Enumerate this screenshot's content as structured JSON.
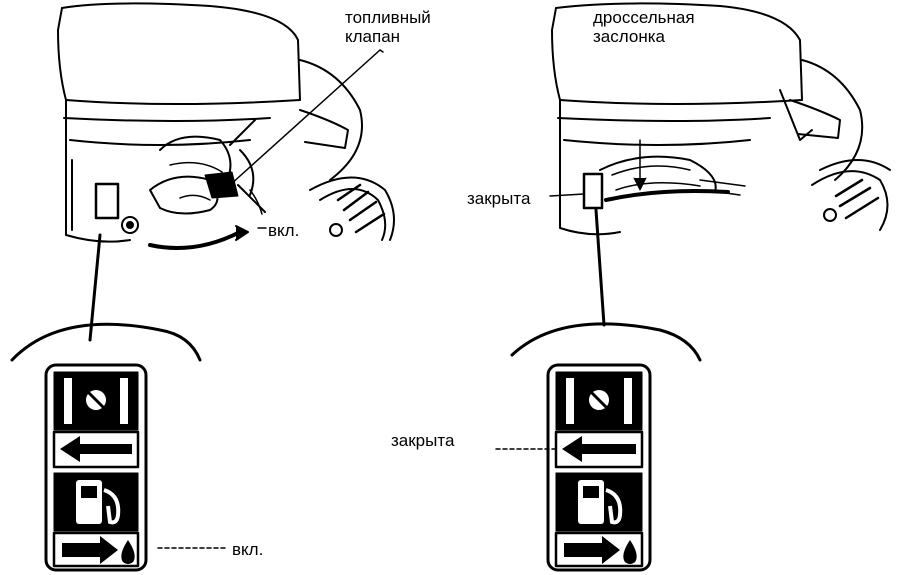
{
  "labels": {
    "fuel_valve": "топливный\nклапан",
    "choke": "дроссельная\nзаслонка",
    "on_top": "вкл.",
    "closed_top": "закрыта",
    "closed_panel": "закрыта",
    "on_panel": "вкл."
  },
  "icons": {
    "choke_symbol": "choke-icon",
    "fuel_symbol": "fuel-pump-icon",
    "arrow_left": "arrow-left-icon",
    "arrow_right": "arrow-right-icon",
    "drop": "fuel-drop-icon"
  }
}
